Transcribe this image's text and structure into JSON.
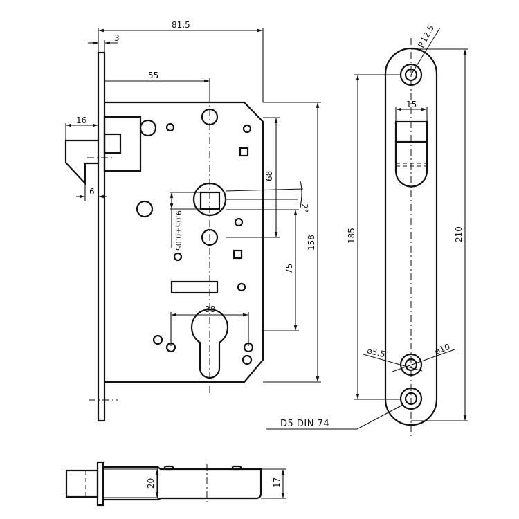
{
  "drawing": {
    "subject": "Mortise lock body with faceplate",
    "views": {
      "front": {
        "dimensions": {
          "overall_depth": "81.5",
          "faceplate_thickness": "3",
          "backset": "55",
          "latch_projection": "16",
          "latch_offset": "6",
          "handle_to_cylinder": "68",
          "follower_square": "9.05±0.05",
          "angle": "2°",
          "hole_spacing": "75",
          "body_height": "158",
          "cylinder_hole_width": "38"
        }
      },
      "faceplate": {
        "dimensions": {
          "end_radius": "R12.5",
          "latch_width": "15",
          "screw_hole_spacing": "185",
          "faceplate_length": "210",
          "screw_hole_diameter": "⌀5.5",
          "countersink_diameter": "⌀10"
        },
        "screw_callout": "D5 DIN 74"
      },
      "bottom": {
        "dimensions": {
          "faceplate_width": "20",
          "body_thickness": "17"
        }
      }
    }
  }
}
